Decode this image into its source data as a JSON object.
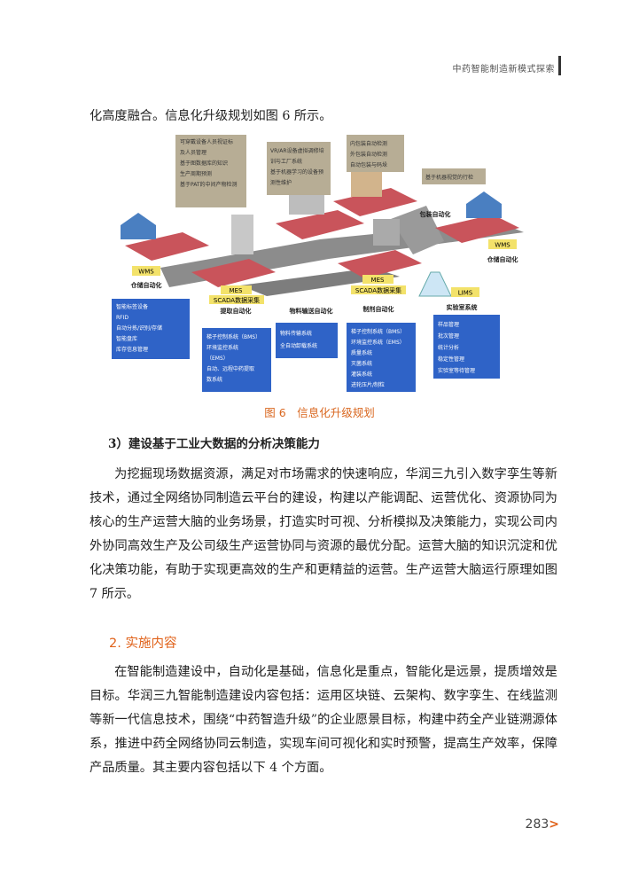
{
  "header": {
    "title": "中药智能制造新模式探索"
  },
  "intro_line": "化高度融合。信息化升级规划如图 6 所示。",
  "figure": {
    "callouts": {
      "top_left": [
        "可穿戴设备人员视证标",
        "及人员管理",
        "基于图数据库的知识",
        "生产周期预测",
        "基于PAT的中间产物检测"
      ],
      "top_mid": [
        "VR/AR设备虚拟调修培",
        "训与工厂系统",
        "基于机器学习的设备预",
        "测性维护"
      ],
      "top_right": [
        "内包装自动检测",
        "外包装自动检测",
        "自动包装与码垛"
      ],
      "far_right": [
        "基于机器视觉的行检"
      ],
      "bottom_left": [
        "智能标签设备",
        "RFID",
        "自动分拣/识别/存储",
        "智能盘库",
        "库存信息管理"
      ],
      "bottom_b": [
        "梯子控制系统（BMS）",
        "环境监控系统",
        "（EMS）",
        "自动、远程中药提取",
        "数系统"
      ],
      "bottom_c": [
        "物料传输系统",
        "全自动卸载系统"
      ],
      "bottom_d": [
        "梯子控制系统（BMS）",
        "环境监控系统（EMS）",
        "质量系统",
        "灭菌系统",
        "灌装系统",
        "进轮压片/制粒"
      ],
      "bottom_e": [
        "样品管理",
        "批次管理",
        "统计分析",
        "稳定性管理",
        "实验室等待管理"
      ]
    },
    "labels": {
      "wms_left": "WMS",
      "wms_right": "WMS",
      "mes_left": "MES",
      "scada_left": "SCADA数据采集",
      "mes_right": "MES",
      "scada_right": "SCADA数据采集",
      "lims": "LIMS",
      "stage_storage_left": "仓储自动化",
      "stage_extract": "提取自动化",
      "stage_transport": "物料输送自动化",
      "stage_prep": "制剂自动化",
      "stage_lab": "实验室系统",
      "stage_pack": "包装自动化",
      "stage_storage_right": "仓储自动化"
    }
  },
  "caption": "图 6　信息化升级规划",
  "heading3": "3）建设基于工业大数据的分析决策能力",
  "para2": "为挖掘现场数据资源，满足对市场需求的快速响应，华润三九引入数字孪生等新技术，通过全网络协同制造云平台的建设，构建以产能调配、运营优化、资源协同为核心的生产运营大脑的业务场景，打造实时可视、分析模拟及决策能力，实现公司内外协同高效生产及公司级生产运营协同与资源的最优分配。运营大脑的知识沉淀和优化决策功能，有助于实现更高效的生产和更精益的运营。生产运营大脑运行原理如图 7 所示。",
  "heading2": "2. 实施内容",
  "para3": "在智能制造建设中，自动化是基础，信息化是重点，智能化是远景，提质增效是目标。华润三九智能制造建设内容包括：运用区块链、云架构、数字孪生、在线监测等新一代信息技术，围绕“中药智造升级”的企业愿景目标，构建中药全产业链溯源体系，推进中药全网络协同云制造，实现车间可视化和实时预警，提高生产效率，保障产品质量。其主要内容包括以下 4 个方面。",
  "page_number": "283",
  "page_arrow": ">",
  "colors": {
    "accent": "#e0621a",
    "callout_blue": "#2f63c7",
    "callout_tan": "#b7ad95",
    "platform": "#c9545b",
    "lims_yellow": "#f3e26a"
  }
}
